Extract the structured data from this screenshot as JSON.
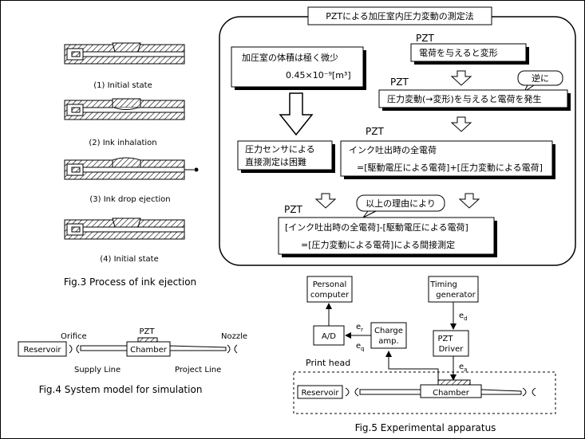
{
  "fig3": {
    "steps": [
      "(1) Initial state",
      "(2) Ink inhalation",
      "(3) Ink drop ejection",
      "(4) Initial state"
    ],
    "caption": "Fig.3 Process of ink ejection"
  },
  "flow": {
    "title": "PZTによる加圧室内圧力変動の測定法",
    "volume_box": {
      "line1": "加圧室の体積は極く微少",
      "line2": "0.45×10⁻⁹[m³]"
    },
    "pzt1": "PZT",
    "pzt1_box": "電荷を与えると変形",
    "pzt2": "PZT",
    "reverse_bubble": "逆に",
    "pzt2_box": "圧力変動(→変形)を与えると電荷を発生",
    "sensor_box": {
      "line1": "圧力センサによる",
      "line2": "直接測定は困難"
    },
    "pzt3": "PZT",
    "charge_box": {
      "line1": "インク吐出時の全電荷",
      "line2": "=[駆動電圧による電荷]+[圧力変動による電荷]"
    },
    "reason_bubble": "以上の理由により",
    "pzt4": "PZT",
    "result_box": {
      "line1": "[インク吐出時の全電荷]-[駆動電圧による電荷]",
      "line2": "=[圧力変動による電荷]による間接測定"
    }
  },
  "fig4": {
    "reservoir": "Reservoir",
    "orifice": "Orifice",
    "pzt": "PZT",
    "chamber": "Chamber",
    "nozzle": "Nozzle",
    "supply_line": "Supply Line",
    "project_line": "Project Line",
    "caption": "Fig.4 System model for simulation"
  },
  "fig5": {
    "personal_computer": {
      "line1": "Personal",
      "line2": "computer"
    },
    "timing_generator": {
      "line1": "Timing",
      "line2": "generator"
    },
    "ad": "A/D",
    "charge_amp": {
      "line1": "Charge",
      "line2": "amp."
    },
    "pzt_driver": {
      "line1": "PZT",
      "line2": "Driver"
    },
    "e_r": "e",
    "e_r_sub": "r",
    "e_q": "e",
    "e_q_sub": "q",
    "e_d": "e",
    "e_d_sub": "d",
    "e_a": "e",
    "e_a_sub": "a",
    "print_head": "Print head",
    "reservoir": "Reservoir",
    "chamber": "Chamber",
    "caption": "Fig.5 Experimental apparatus"
  }
}
